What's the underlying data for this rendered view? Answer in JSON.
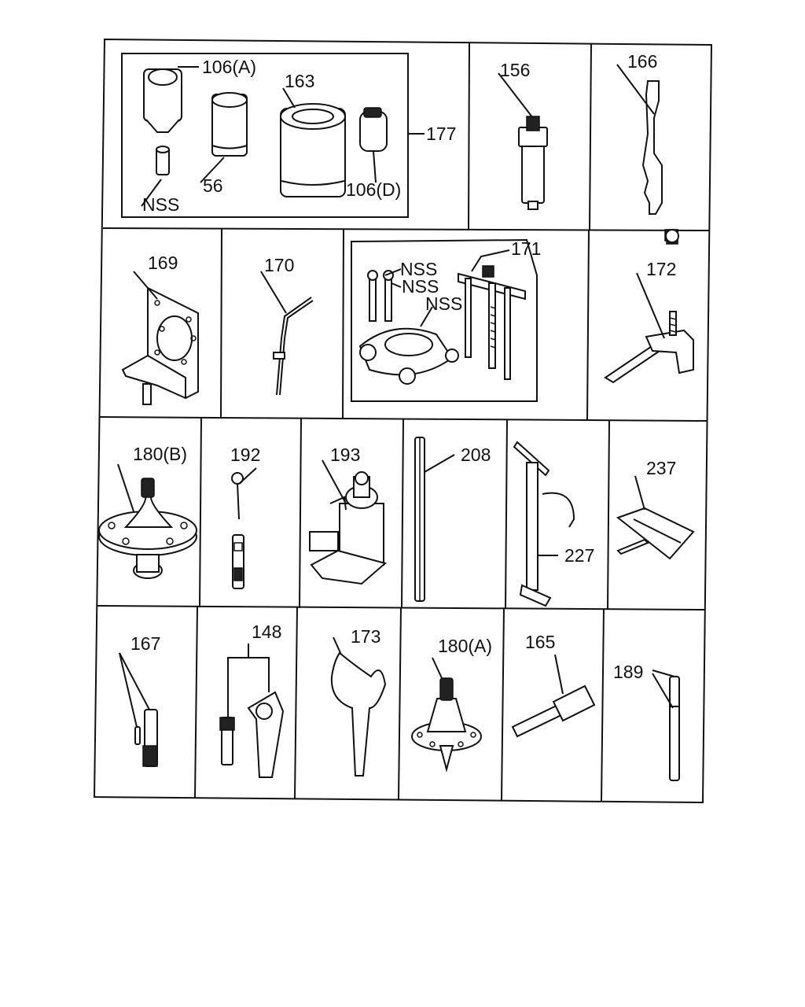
{
  "labels": {
    "l106a": "106(A)",
    "l163": "163",
    "l177": "177",
    "l56": "56",
    "l106d": "106(D)",
    "lnss1": "NSS",
    "l156": "156",
    "l166": "166",
    "l169": "169",
    "l170": "170",
    "l171": "171",
    "lnss2": "NSS",
    "lnss3": "NSS",
    "lnss4": "NSS",
    "l172": "172",
    "l180b": "180(B)",
    "l192": "192",
    "l193": "193",
    "l208": "208",
    "l227": "227",
    "l237": "237",
    "l167": "167",
    "l148": "148",
    "l173": "173",
    "l180a": "180(A)",
    "l165": "165",
    "l189": "189"
  }
}
